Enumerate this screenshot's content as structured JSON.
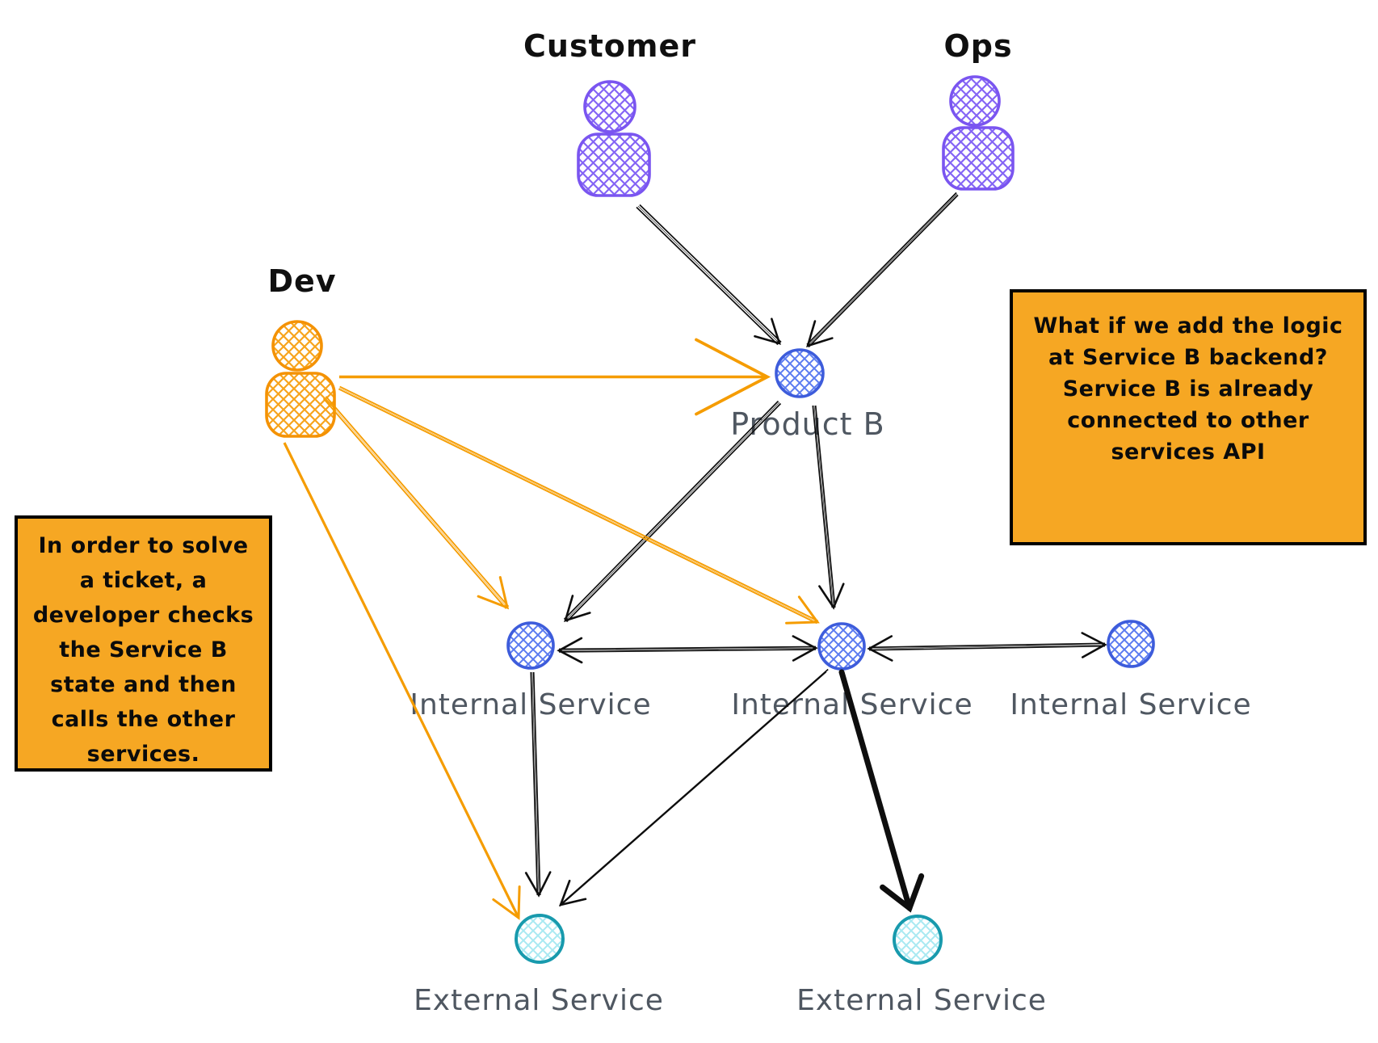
{
  "canvas": {
    "background": "#ffffff"
  },
  "actors": [
    {
      "id": "customer",
      "label": "Customer",
      "color": "#7a55f0"
    },
    {
      "id": "ops",
      "label": "Ops",
      "color": "#7a55f0"
    },
    {
      "id": "dev",
      "label": "Dev",
      "color": "#f49204"
    }
  ],
  "nodes": [
    {
      "id": "product-b",
      "label": "Product B",
      "color": "#3d5cdb"
    },
    {
      "id": "internal-service-1",
      "label": "Internal Service",
      "color": "#3d5cdb"
    },
    {
      "id": "internal-service-2",
      "label": "Internal Service",
      "color": "#3d5cdb"
    },
    {
      "id": "internal-service-3",
      "label": "Internal Service",
      "color": "#3d5cdb"
    },
    {
      "id": "external-service-1",
      "label": "External Service",
      "color": "#189aad"
    },
    {
      "id": "external-service-2",
      "label": "External Service",
      "color": "#189aad"
    }
  ],
  "notes": [
    {
      "id": "dev-note",
      "text": "In order to solve\na ticket, a\ndeveloper checks\nthe Service B\nstate and then\ncalls the other\nservices.",
      "fill": "#f6a723",
      "border": "#000000"
    },
    {
      "id": "service-b-note",
      "text": "What if we add the logic\nat Service B backend?\nService B is already\nconnected to other\nservices API",
      "fill": "#f6a723",
      "border": "#000000"
    }
  ],
  "edges": [
    {
      "from": "customer",
      "to": "product-b",
      "color": "black",
      "style": "double-line"
    },
    {
      "from": "ops",
      "to": "product-b",
      "color": "black",
      "style": "double-line"
    },
    {
      "from": "dev",
      "to": "product-b",
      "color": "orange",
      "style": "single-line"
    },
    {
      "from": "dev",
      "to": "internal-service-1",
      "color": "orange",
      "style": "double-line"
    },
    {
      "from": "dev",
      "to": "internal-service-2",
      "color": "orange",
      "style": "double-line"
    },
    {
      "from": "dev",
      "to": "external-service-1",
      "color": "orange",
      "style": "single-line"
    },
    {
      "from": "product-b",
      "to": "internal-service-1",
      "color": "black",
      "style": "double-line"
    },
    {
      "from": "product-b",
      "to": "internal-service-2",
      "color": "black",
      "style": "double-line"
    },
    {
      "from": "internal-service-2",
      "to": "internal-service-1",
      "color": "black",
      "style": "double-headed"
    },
    {
      "from": "internal-service-3",
      "to": "internal-service-2",
      "color": "black",
      "style": "double-headed"
    },
    {
      "from": "internal-service-1",
      "to": "external-service-1",
      "color": "black",
      "style": "double-line"
    },
    {
      "from": "internal-service-2",
      "to": "external-service-1",
      "color": "black",
      "style": "double-line"
    },
    {
      "from": "internal-service-2",
      "to": "external-service-2",
      "color": "black",
      "style": "thick-line"
    }
  ],
  "colors": {
    "label_gray": "#4f5761",
    "arrow_black": "#0e0e0e",
    "arrow_orange": "#f59c00",
    "note_fill": "#f6a723",
    "purple": "#7a55f0",
    "blue": "#3d5cdb",
    "teal": "#189aad"
  }
}
